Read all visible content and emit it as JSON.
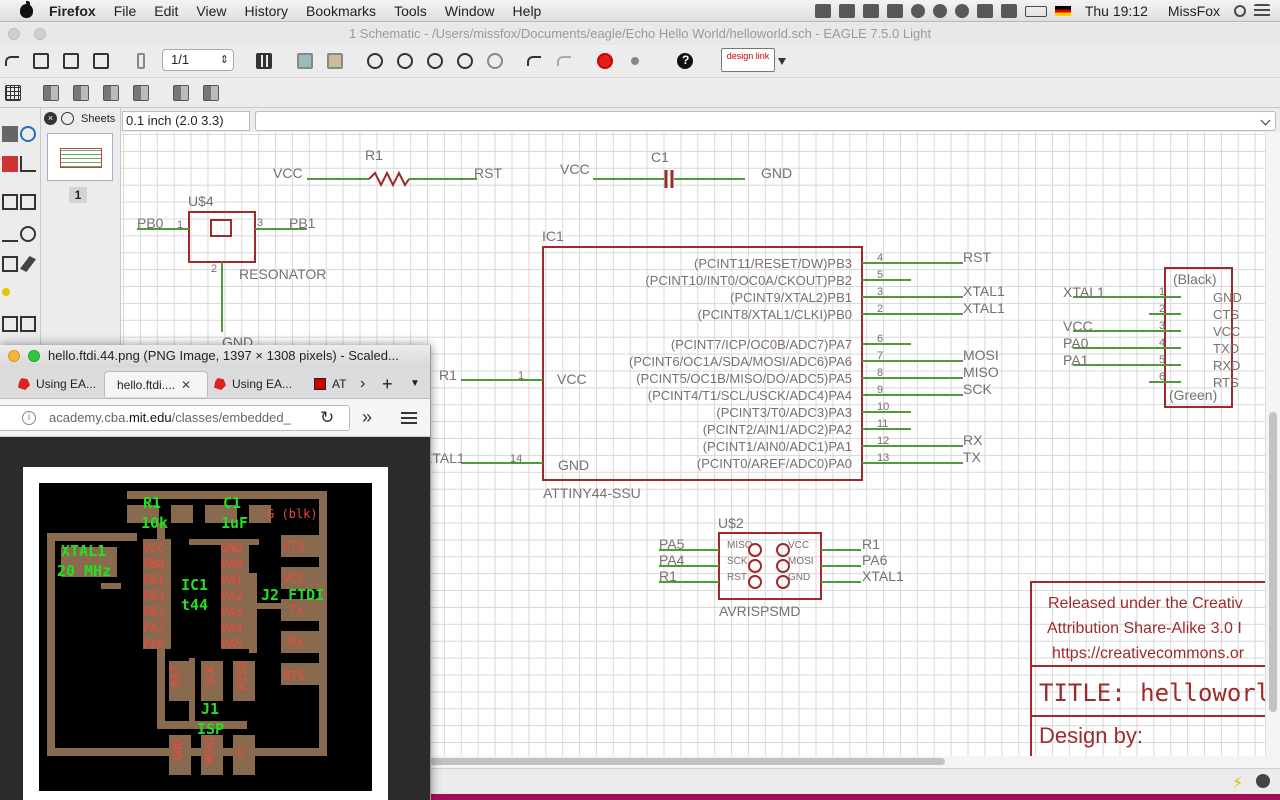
{
  "menubar": {
    "app": "Firefox",
    "items": [
      "File",
      "Edit",
      "View",
      "History",
      "Bookmarks",
      "Tools",
      "Window",
      "Help"
    ],
    "clock": "Thu 19:12",
    "user": "MissFox"
  },
  "eagle": {
    "title": "1 Schematic - /Users/missfox/Documents/eagle/Echo Hello World/helloworld.sch - EAGLE 7.5.0 Light",
    "zoom_value": "1/1",
    "designlink_label": "design link",
    "sheets_label": "Sheets",
    "sheet_number": "1",
    "coord_readout": "0.1 inch (2.0 3.3)"
  },
  "schematic": {
    "r1": {
      "name": "R1",
      "left": "VCC",
      "right": "RST"
    },
    "c1": {
      "name": "C1",
      "left": "VCC",
      "right": "GND"
    },
    "resonator": {
      "name": "U$4",
      "value": "RESONATOR",
      "pin_left": "PB0",
      "pin_left_num": "1",
      "pin_right": "PB1",
      "pin_right_num": "3",
      "pin_bottom_num": "2",
      "gnd": "GND"
    },
    "ic1": {
      "name": "IC1",
      "value": "ATTINY44-SSU",
      "vcc_label": "VCC",
      "gnd_label": "GND",
      "vcc_pin": "1",
      "gnd_pin": "14",
      "vcc_net": "R1",
      "gnd_net": "XTAL1",
      "pins": [
        {
          "label": "(PCINT11/RESET/DW)PB3",
          "num": "4",
          "net": "RST"
        },
        {
          "label": "(PCINT10/INT0/OC0A/CKOUT)PB2",
          "num": "5",
          "net": ""
        },
        {
          "label": "(PCINT9/XTAL2)PB1",
          "num": "3",
          "net": "XTAL1"
        },
        {
          "label": "(PCINT8/XTAL1/CLKI)PB0",
          "num": "2",
          "net": "XTAL1"
        },
        {
          "label": "(PCINT7/ICP/OC0B/ADC7)PA7",
          "num": "6",
          "net": ""
        },
        {
          "label": "(PCINT6/OC1A/SDA/MOSI/ADC6)PA6",
          "num": "7",
          "net": "MOSI"
        },
        {
          "label": "(PCINT5/OC1B/MISO/DO/ADC5)PA5",
          "num": "8",
          "net": "MISO"
        },
        {
          "label": "(PCINT4/T1/SCL/USCK/ADC4)PA4",
          "num": "9",
          "net": "SCK"
        },
        {
          "label": "(PCINT3/T0/ADC3)PA3",
          "num": "10",
          "net": ""
        },
        {
          "label": "(PCINT2/AIN1/ADC2)PA2",
          "num": "11",
          "net": ""
        },
        {
          "label": "(PCINT1/AIN0/ADC1)PA1",
          "num": "12",
          "net": "RX"
        },
        {
          "label": "(PCINT0/AREF/ADC0)PA0",
          "num": "13",
          "net": "TX"
        }
      ]
    },
    "ftdi": {
      "top": "(Black)",
      "bottom": "(Green)",
      "pins": [
        {
          "label": "GND",
          "num": "1",
          "net": "XTAL1"
        },
        {
          "label": "CTS",
          "num": "2",
          "net": ""
        },
        {
          "label": "VCC",
          "num": "3",
          "net": "VCC"
        },
        {
          "label": "TXD",
          "num": "4",
          "net": "PA0"
        },
        {
          "label": "RXD",
          "num": "5",
          "net": "PA1"
        },
        {
          "label": "RTS",
          "num": "6",
          "net": ""
        }
      ]
    },
    "isp": {
      "name": "U$2",
      "value": "AVRISPSMD",
      "left_nets": [
        "PA5",
        "PA4",
        "R1"
      ],
      "left_labels": [
        "MISO",
        "SCK",
        "RST"
      ],
      "right_labels": [
        "VCC",
        "MOSI",
        "GND"
      ],
      "right_nets": [
        "R1",
        "PA6",
        "XTAL1"
      ]
    },
    "frame": {
      "license1": "Released under the Creativ",
      "license2": "Attribution Share-Alike 3.0 I",
      "license3": "https://creativecommons.or",
      "title": "TITLE: helloworl",
      "design_by": "Design by:"
    }
  },
  "firefox": {
    "window_title": "hello.ftdi.44.png (PNG Image, 1397 × 1308 pixels) - Scaled...",
    "tabs": [
      "Using EA...",
      "hello.ftdi....",
      "Using EA...",
      "AT"
    ],
    "url_prefix": "academy.cba.",
    "url_domain": "mit.edu",
    "url_suffix": "/classes/embedded_",
    "board": {
      "labels_red": [
        "VCC",
        "PB0",
        "PB1",
        "PB3",
        "PB2",
        "PA7",
        "PA6",
        "GND",
        "PA0",
        "PA1",
        "PA2",
        "PA3",
        "PA4",
        "PA5",
        "CTS",
        "VCC",
        "Tx",
        "Rx",
        "RTS",
        "RST",
        "SCK",
        "MISO",
        "GND",
        "MOSI",
        "V",
        "G (blk)"
      ],
      "labels_green": [
        "R1",
        "10k",
        "C1",
        "1uF",
        "XTAL1",
        "20 MHz",
        "IC1",
        "t44",
        "J2 FTDI",
        "J1",
        "ISP"
      ]
    }
  }
}
